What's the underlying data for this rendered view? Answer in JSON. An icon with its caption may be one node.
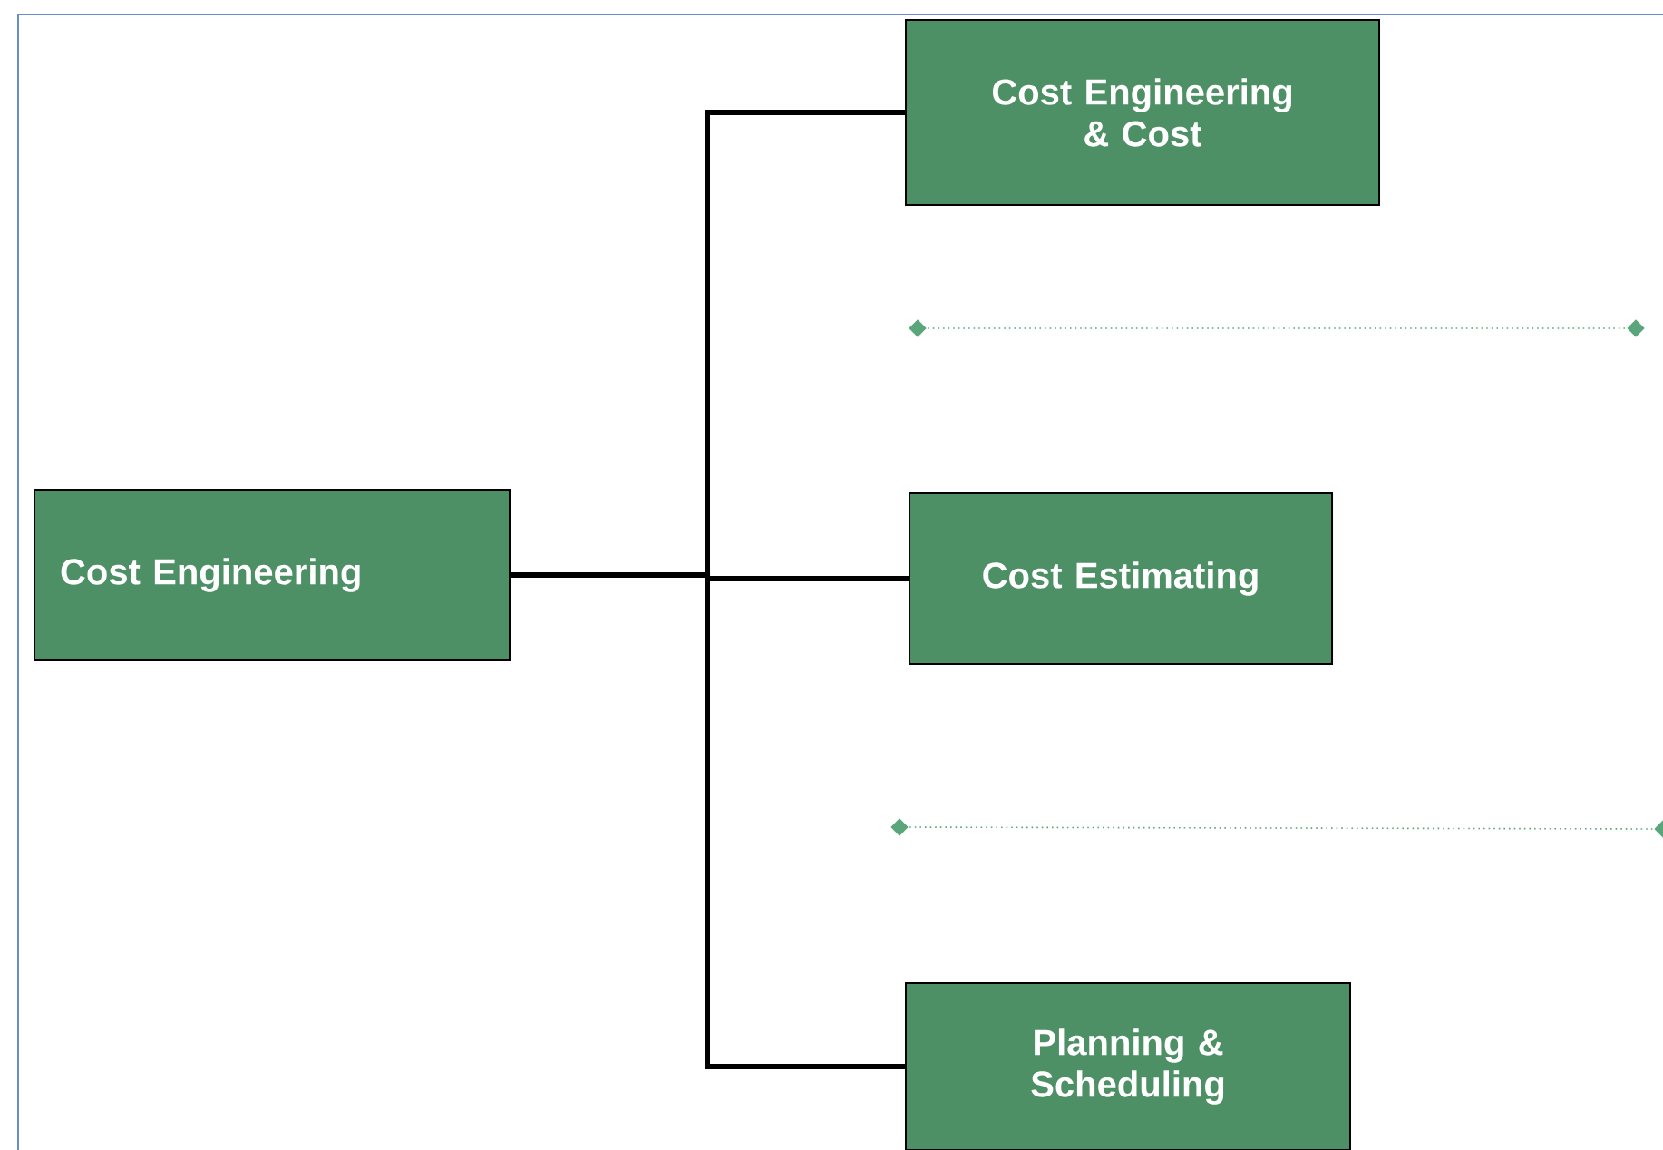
{
  "diagram": {
    "nodes": [
      {
        "text": [
          "Cost Engineering"
        ]
      },
      {
        "text": [
          "Cost Engineering & Cost"
        ]
      },
      {
        "text": [
          "Cost Estimating"
        ]
      },
      {
        "text": [
          "Planning & Scheduling"
        ]
      }
    ],
    "edges": [
      {
        "from": 0,
        "to": 1,
        "arrow": "none"
      },
      {
        "from": 0,
        "to": 2,
        "arrow": "none"
      },
      {
        "from": 0,
        "to": 3,
        "arrow": "none"
      }
    ]
  }
}
